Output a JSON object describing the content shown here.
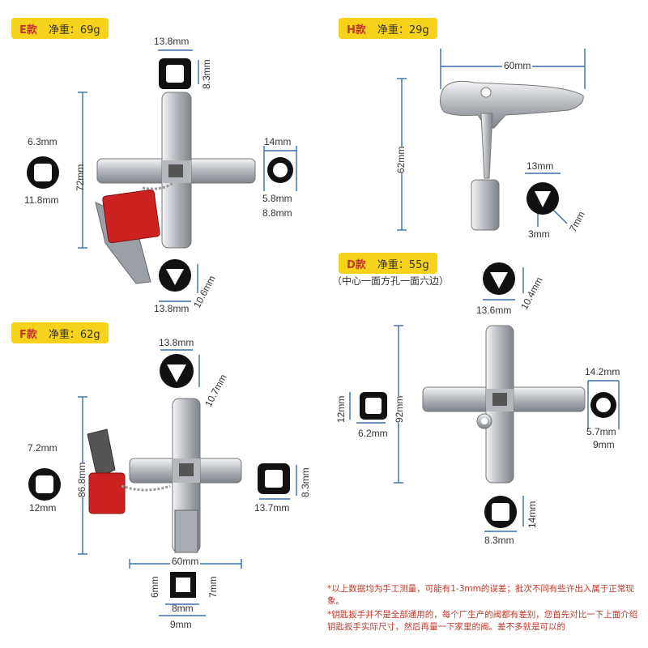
{
  "variants": {
    "E": {
      "model": "E款",
      "weight": "净重：69g",
      "dims": {
        "top_w": "13.8mm",
        "top_h": "8.3mm",
        "left_a": "6.3mm",
        "left_b": "11.8mm",
        "height": "72mm",
        "right_w": "14mm",
        "right_a": "5.8mm",
        "right_b": "8.8mm",
        "bottom_w": "13.8mm",
        "bottom_h": "10.6mm"
      }
    },
    "H": {
      "model": "H款",
      "weight": "净重：29g",
      "dims": {
        "width": "60mm",
        "height": "62mm",
        "tip_w": "13mm",
        "tip_a": "3mm",
        "tip_b": "7mm"
      }
    },
    "D": {
      "model": "D款",
      "weight": "净重：55g",
      "subtitle": "（中心一面方孔一面六边）",
      "dims": {
        "top_w": "13.6mm",
        "top_h": "10.4mm",
        "left_h": "12mm",
        "left_w": "6.2mm",
        "height": "92mm",
        "right_w": "14.2mm",
        "right_a": "5.7mm",
        "right_b": "9mm",
        "bottom_w": "8.3mm",
        "bottom_h": "14mm"
      }
    },
    "F": {
      "model": "F款",
      "weight": "净重：62g",
      "dims": {
        "top_w": "13.8mm",
        "top_h": "10.7mm",
        "left_a": "7.2mm",
        "left_b": "12mm",
        "height": "86.8mm",
        "right_h": "8.3mm",
        "right_w": "13.7mm",
        "width": "60mm",
        "b_h": "6mm",
        "b_h2": "7mm",
        "b_in": "8mm",
        "b_out": "9mm"
      }
    }
  },
  "notes": [
    "*以上数据均为手工测量，可能有1-3mm的误差；批次不同有些许出入属于正常现象。",
    "*钥匙扳手并不是全部通用的，每个厂生产的阀都有差别，您首先对比一下上面介绍钥匙扳手实际尺寸，然后再量一下家里的阀。差不多就是可以的"
  ],
  "colors": {
    "tag_bg": "#f6d21a",
    "dim_line": "#3a6fa8",
    "note": "#c0392b",
    "metal": "#c9ccd0",
    "red_cap": "#cc2222"
  }
}
